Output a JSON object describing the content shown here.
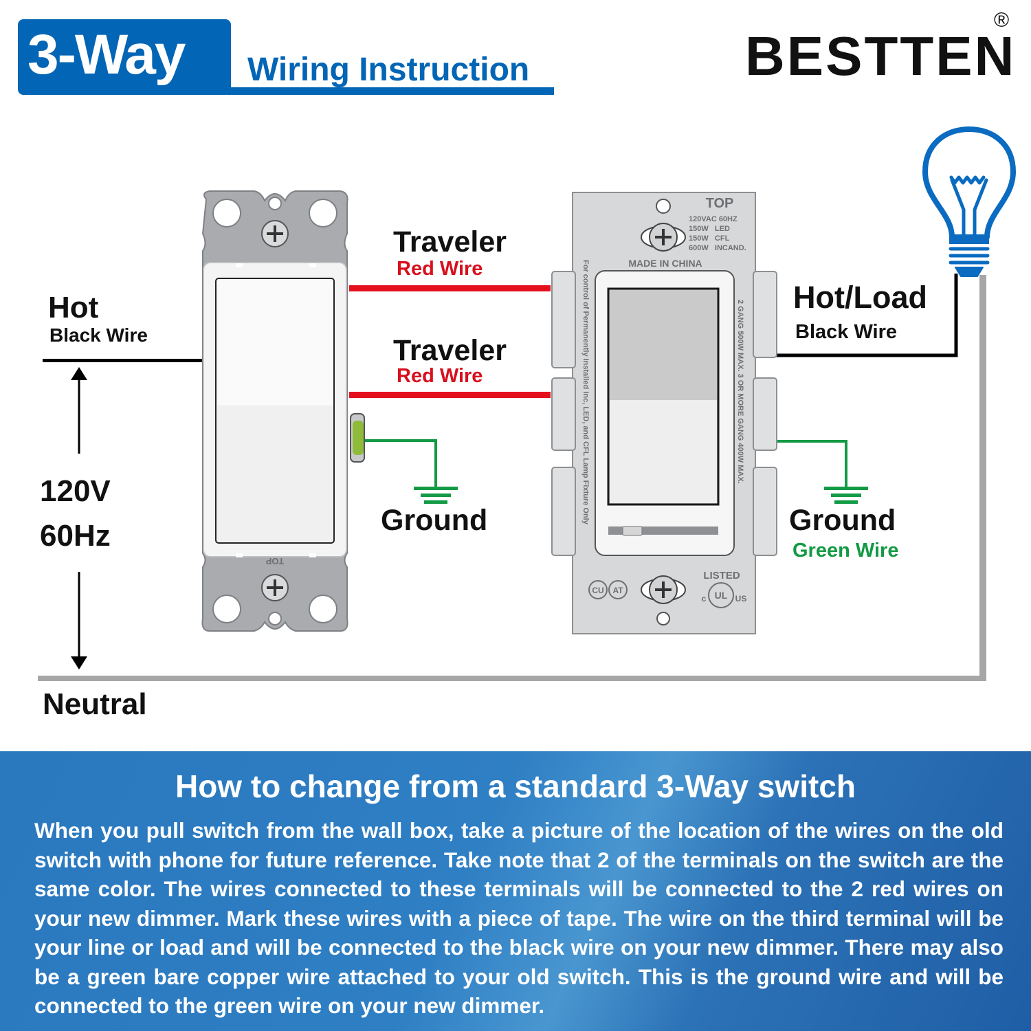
{
  "header": {
    "badge": "3-Way",
    "subtitle": "Wiring Instruction",
    "brand": "BESTTEN",
    "brand_mark": "®"
  },
  "diagram": {
    "line_in": {
      "title": "Hot",
      "subtitle": "Black Wire",
      "voltage": "120V",
      "frequency": "60Hz",
      "neutral": "Neutral"
    },
    "travelers": [
      {
        "title": "Traveler",
        "subtitle": "Red Wire"
      },
      {
        "title": "Traveler",
        "subtitle": "Red Wire"
      }
    ],
    "switch_ground": {
      "title": "Ground"
    },
    "load": {
      "title": "Hot/Load",
      "subtitle": "Black Wire"
    },
    "dimmer_ground": {
      "title": "Ground",
      "subtitle": "Green Wire"
    },
    "switch_device": {
      "top_mark": "TOP"
    },
    "dimmer_device": {
      "top_mark": "TOP",
      "ratings": [
        "120VAC 60HZ",
        "150W   LED",
        "150W   CFL",
        "600W   INCAND."
      ],
      "made_in": "MADE IN CHINA",
      "side_left": "For control of Permanently Installed Inc, LED, and CFL Lamp Fixture Only",
      "side_right": "2 GANG 500W MAX. 3 OR MORE GANG 400W MAX.",
      "listed": "LISTED",
      "cert_marks": [
        "CU",
        "AT"
      ],
      "ul_mark": "UL",
      "ul_c": "c",
      "ul_us": "US"
    },
    "colors": {
      "brand_blue": "#0265b5",
      "traveler_red": "#e4101e",
      "ground_green": "#139a45",
      "hot_black": "#000000",
      "neutral_gray": "#a6a6a6"
    }
  },
  "instructions": {
    "title": "How to change from a standard 3-Way switch",
    "body": "When you pull switch from the wall box, take a picture of the location of the wires on the old switch with phone for future reference. Take note that 2 of the terminals on the switch are the same color. The wires connected to these terminals will be connected to the 2 red wires on your new dimmer. Mark these wires with a piece of tape. The wire on the third terminal will be your line or load and will be connected to the black wire on your new dimmer. There may also be a green bare copper wire attached to your old switch. This is the ground wire and will be connected to the green wire on your new dimmer."
  }
}
